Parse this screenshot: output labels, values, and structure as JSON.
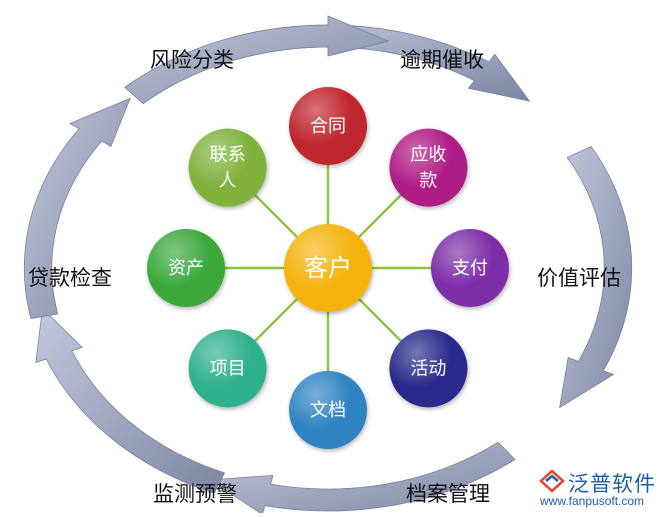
{
  "diagram": {
    "center": {
      "label": "客户",
      "color": "#f5b20a"
    },
    "satellites": [
      {
        "label": "合同",
        "lines": [
          "合同"
        ],
        "color": "#c0272d"
      },
      {
        "label": "应收款",
        "lines": [
          "应收",
          "款"
        ],
        "color": "#b01f86"
      },
      {
        "label": "支付",
        "lines": [
          "支付"
        ],
        "color": "#7b2ea8"
      },
      {
        "label": "活动",
        "lines": [
          "活动"
        ],
        "color": "#2a2c8c"
      },
      {
        "label": "文档",
        "lines": [
          "文档"
        ],
        "color": "#2e83c2"
      },
      {
        "label": "项目",
        "lines": [
          "项目"
        ],
        "color": "#2fb08d"
      },
      {
        "label": "资产",
        "lines": [
          "资产"
        ],
        "color": "#3aa83c"
      },
      {
        "label": "联系人",
        "lines": [
          "联系",
          "人"
        ],
        "color": "#7fb13a"
      }
    ],
    "cycle_labels": {
      "top_left": "风险分类",
      "top_right": "逾期催收",
      "right": "价值评估",
      "bottom_right": "档案管理",
      "bottom_left": "监测预警",
      "left": "贷款检查"
    },
    "connector_color": "#8cc63f",
    "arrow_color": "#9aa3bd"
  },
  "logo": {
    "name": "泛普软件",
    "url": "www.fanpusoft.com",
    "icon": "fanpu-logo-icon"
  }
}
